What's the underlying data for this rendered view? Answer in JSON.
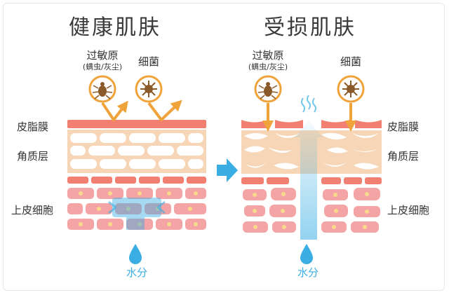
{
  "titles": {
    "healthy": "健康肌肤",
    "damaged": "受损肌肤"
  },
  "labels_left": {
    "sebum": "皮脂膜",
    "stratum": "角质层",
    "epidermis": "上皮细胞"
  },
  "labels_right": {
    "sebum": "皮脂膜",
    "stratum": "角质层",
    "epidermis": "上皮细胞"
  },
  "threats_left": {
    "allergen": "过敏原",
    "allergen_sub": "(螨虫/灰尘)",
    "bacteria": "细菌"
  },
  "threats_right": {
    "allergen": "过敏原",
    "allergen_sub": "(螨虫/灰尘)",
    "bacteria": "细菌"
  },
  "water_left": "水分",
  "water_right": "水分",
  "colors": {
    "sebum": "#f28072",
    "stratum": "#f6d6b6",
    "cell": "#f4a4a4",
    "nucleus": "#f7d98c",
    "water": "#3aaee3",
    "arrow": "#f0a33a",
    "icon": "#8b5a2b"
  }
}
